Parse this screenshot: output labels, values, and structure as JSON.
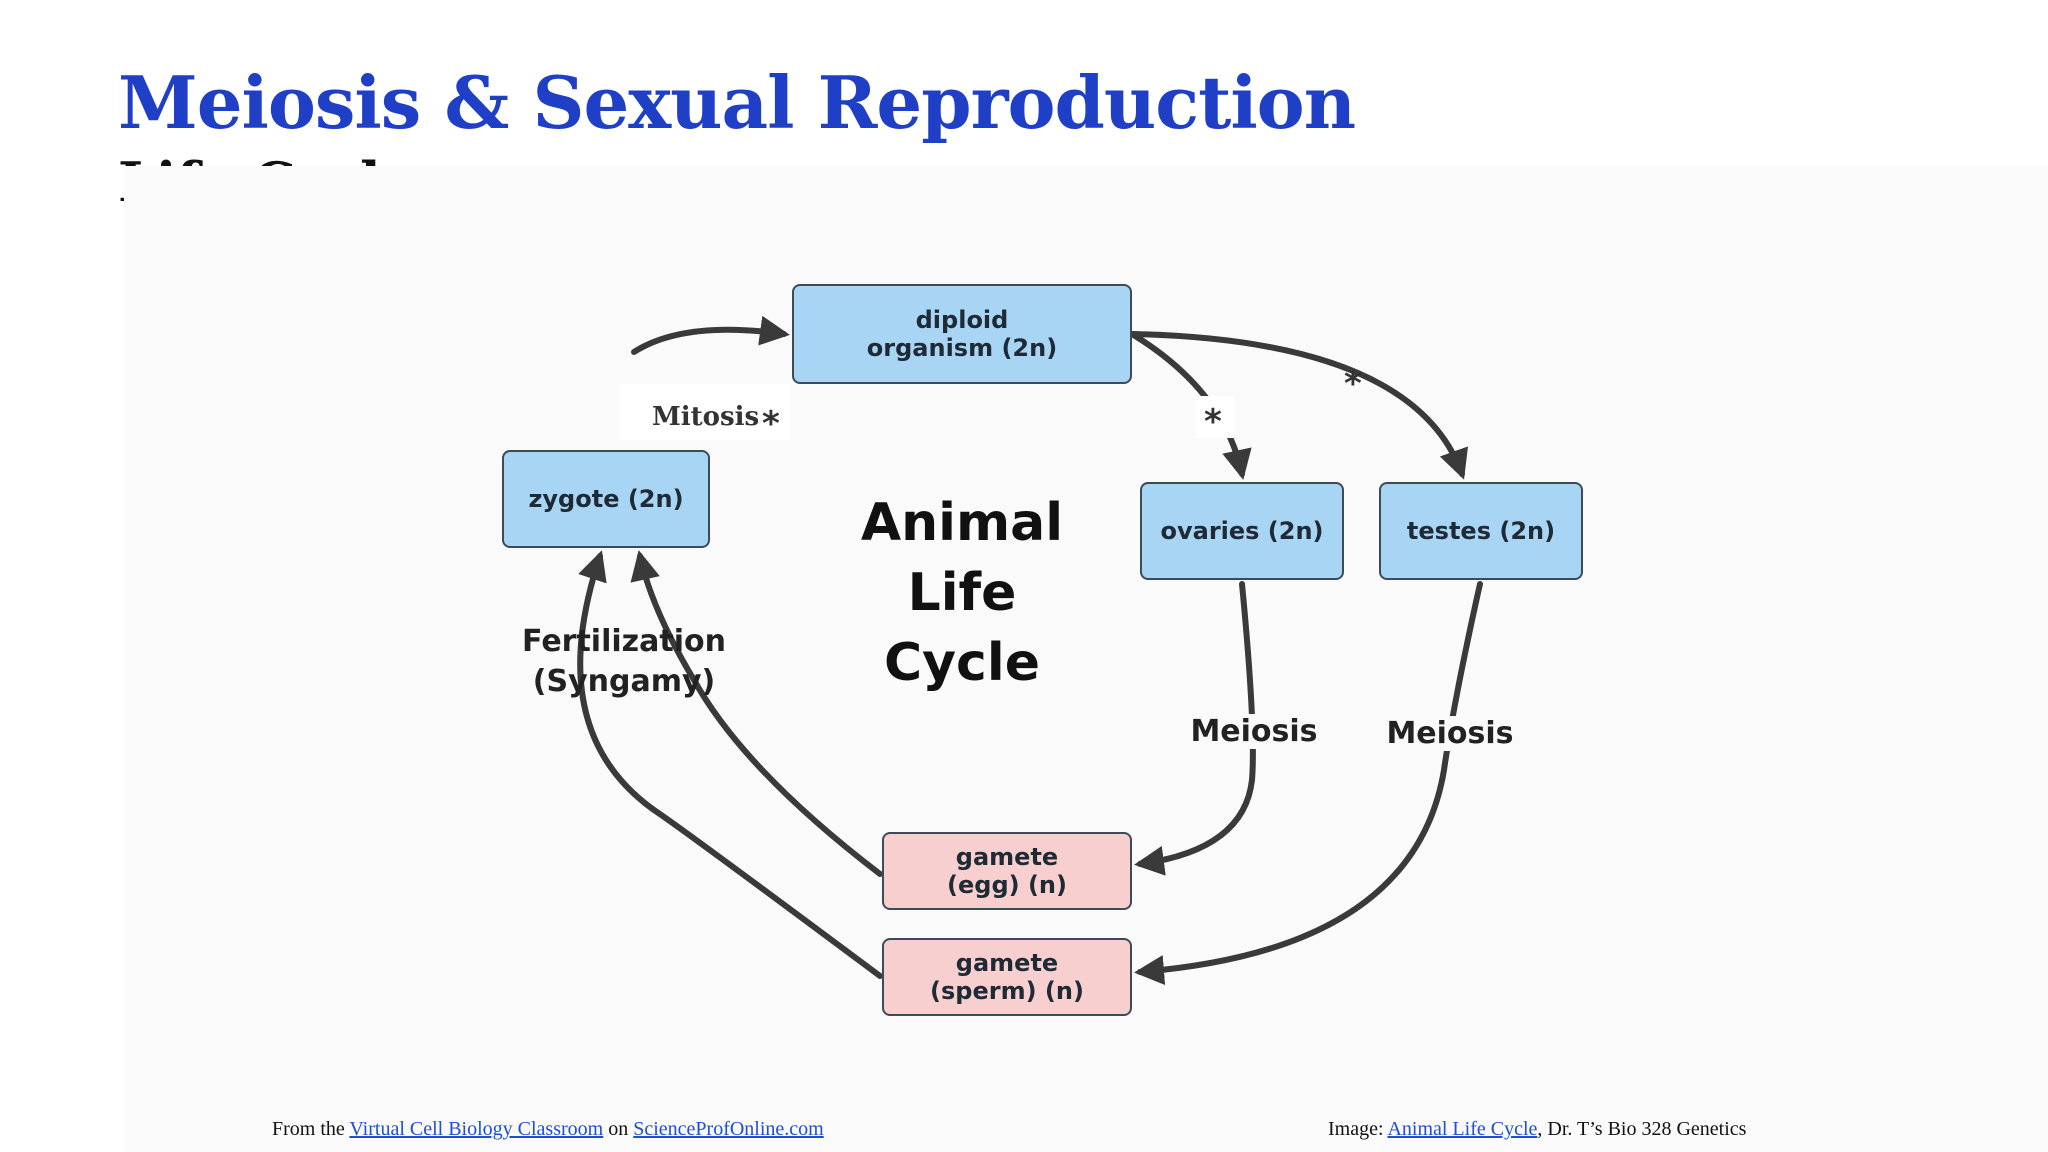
{
  "slide": {
    "title": "Meiosis & Sexual Reproduction",
    "subtitle": "Life Cycle"
  },
  "diagram": {
    "center_title": "Animal\nLife\nCycle",
    "nodes": {
      "diploid": "diploid\norganism (2n)",
      "zygote": "zygote (2n)",
      "ovaries": "ovaries (2n)",
      "testes": "testes (2n)",
      "egg": "gamete\n(egg) (n)",
      "sperm": "gamete\n(sperm) (n)"
    },
    "labels": {
      "fertilization": "Fertilization\n(Syngamy)",
      "meiosis_ovaries": "Meiosis",
      "meiosis_testes": "Meiosis",
      "mitosis": "Mitosis",
      "star": "*"
    },
    "colors": {
      "title": "#1f3fc7",
      "node_blue": "#a9d5f5",
      "node_pink": "#f7cfcf",
      "arrow": "#3a3a3a"
    }
  },
  "footer": {
    "left_prefix": "From the ",
    "left_link1": "Virtual Cell Biology Classroom",
    "left_mid": " on ",
    "left_link2": "ScienceProfOnline.com",
    "right_prefix": "Image: ",
    "right_link": "Animal Life Cycle",
    "right_suffix": ", Dr. T’s Bio 328 Genetics"
  }
}
